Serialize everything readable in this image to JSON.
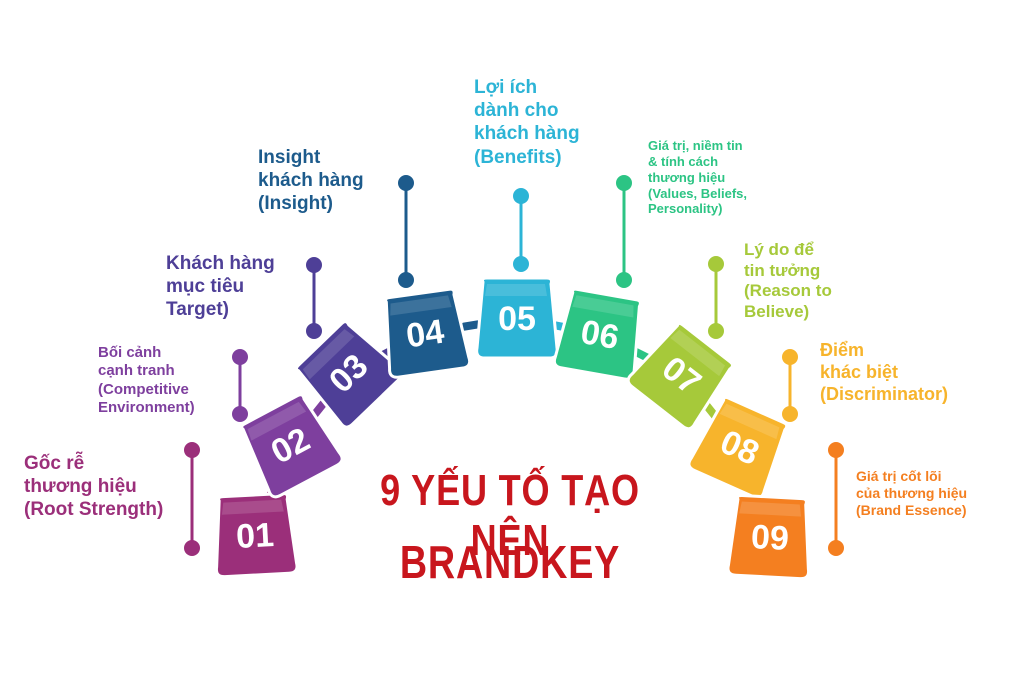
{
  "title": {
    "line1": "9 YẾU TỐ TẠO NÊN",
    "line2": "BRANDKEY",
    "color": "#c8161d"
  },
  "items": [
    {
      "number": "01",
      "color": "#9b2f7a",
      "label": [
        "Gốc rễ",
        "thương hiệu",
        "(Root Strength)"
      ]
    },
    {
      "number": "02",
      "color": "#7e3f9e",
      "label": [
        "Bối cảnh",
        "cạnh tranh",
        "(Competitive",
        "Environment)"
      ]
    },
    {
      "number": "03",
      "color": "#4e3f97",
      "label": [
        "Khách hàng",
        "mục tiêu",
        "Target)"
      ]
    },
    {
      "number": "04",
      "color": "#1d5b8c",
      "label": [
        "Insight",
        "khách hàng",
        "(Insight)"
      ]
    },
    {
      "number": "05",
      "color": "#2cb4d6",
      "label": [
        "Lợi ích",
        "dành cho",
        "khách hàng",
        "(Benefits)"
      ]
    },
    {
      "number": "06",
      "color": "#2cc484",
      "label": [
        "Giá trị, niềm tin",
        "& tính cách",
        "thương hiệu",
        "(Values, Beliefs,",
        "Personality)"
      ]
    },
    {
      "number": "07",
      "color": "#a6c93a",
      "label": [
        "Lý do để",
        "tin tưởng",
        "(Reason to",
        "Believe)"
      ]
    },
    {
      "number": "08",
      "color": "#f7b42c",
      "label": [
        "Điểm",
        "khác biệt",
        "(Discriminator)"
      ]
    },
    {
      "number": "09",
      "color": "#f47f20",
      "label": [
        "Giá trị cốt lõi",
        "của thương hiệu",
        "(Brand Essence)"
      ]
    }
  ]
}
